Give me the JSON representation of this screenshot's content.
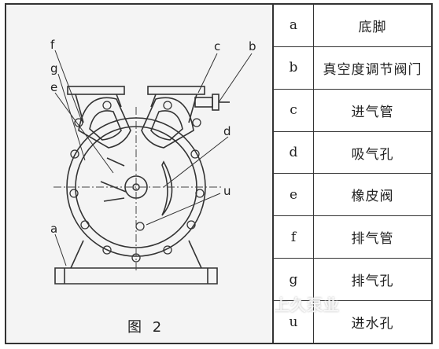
{
  "figure": {
    "caption": "图 2",
    "watermark": "上久泵业",
    "labels": {
      "a": "a",
      "b": "b",
      "c": "c",
      "d": "d",
      "e": "e",
      "f": "f",
      "g": "g",
      "u": "u"
    }
  },
  "legend": [
    {
      "key": "a",
      "value": "底脚"
    },
    {
      "key": "b",
      "value": "真空度调节阀门"
    },
    {
      "key": "c",
      "value": "进气管"
    },
    {
      "key": "d",
      "value": "吸气孔"
    },
    {
      "key": "e",
      "value": "橡皮阀"
    },
    {
      "key": "f",
      "value": "排气管"
    },
    {
      "key": "g",
      "value": "排气孔"
    },
    {
      "key": "u",
      "value": "进水孔"
    }
  ]
}
